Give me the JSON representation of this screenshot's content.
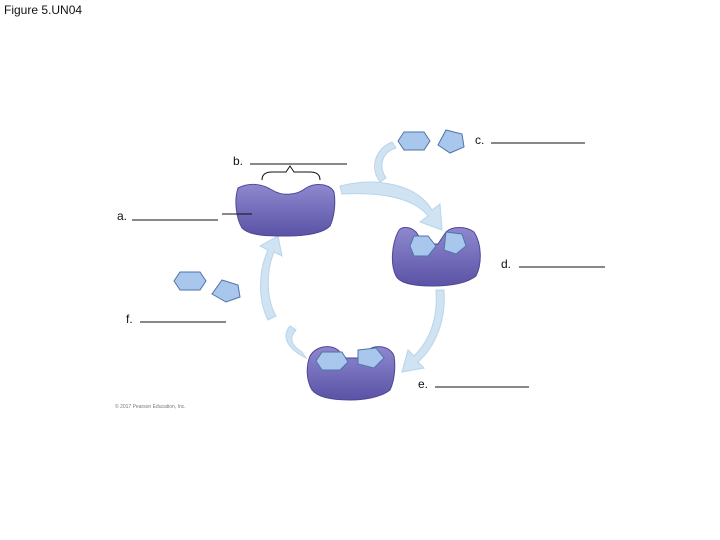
{
  "figure": {
    "title": "Figure 5.UN04"
  },
  "labels": {
    "a": "a.",
    "b": "b.",
    "c": "c.",
    "d": "d.",
    "e": "e.",
    "f": "f."
  },
  "copyright": "© 2017 Pearson Education, Inc.",
  "colors": {
    "enzyme": "#6f67b8",
    "enzyme_dark": "#4e4796",
    "substrate_fill": "#a9c6ec",
    "substrate_stroke": "#4f74a8",
    "arrow": "#cfe3f3",
    "line": "#111111"
  }
}
